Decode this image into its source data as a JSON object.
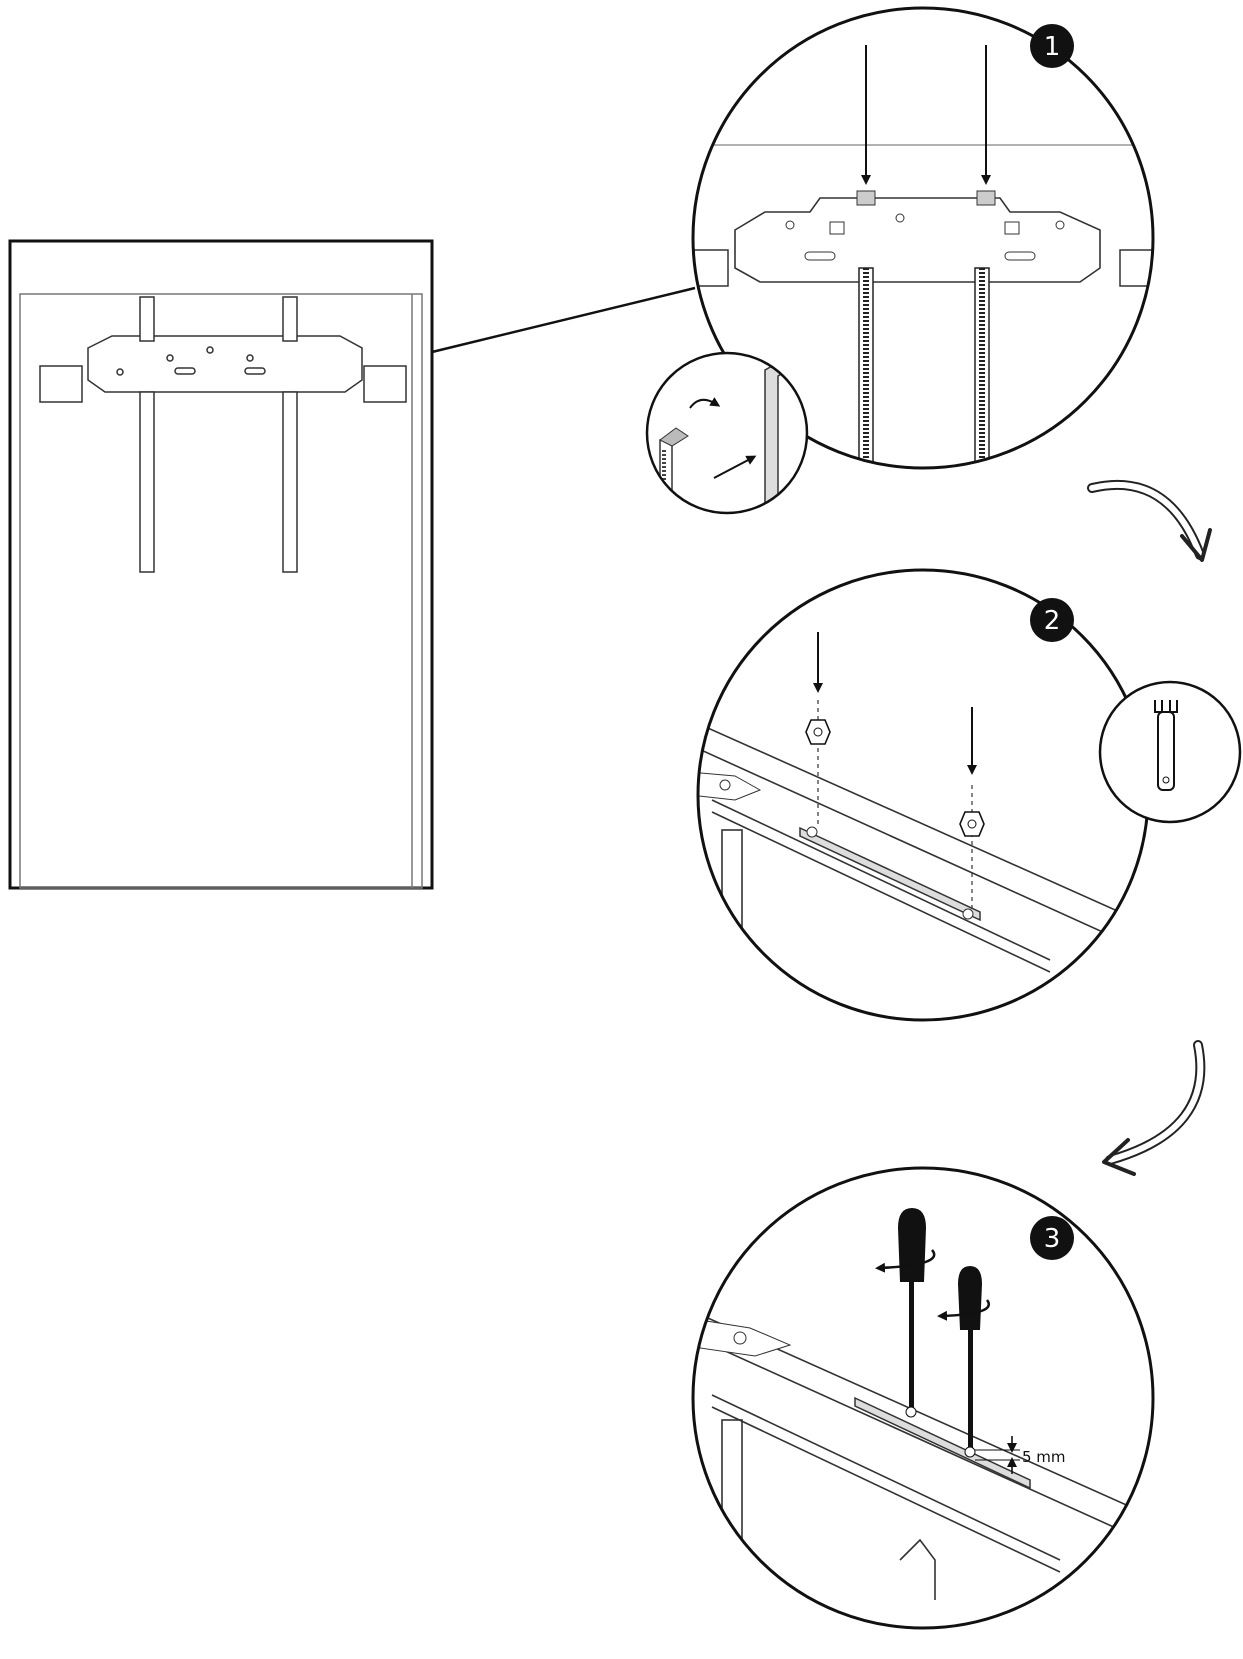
{
  "steps": [
    {
      "number": "1"
    },
    {
      "number": "2"
    },
    {
      "number": "3"
    }
  ],
  "measurement": {
    "label": "5 mm"
  },
  "colors": {
    "ink": "#111111",
    "paper": "#ffffff",
    "badge": "#111111",
    "shade": "#cccccc"
  },
  "icons": [
    "wrench-icon",
    "screwdriver-icon",
    "rotate-arrow-icon",
    "flow-arrow-icon"
  ]
}
